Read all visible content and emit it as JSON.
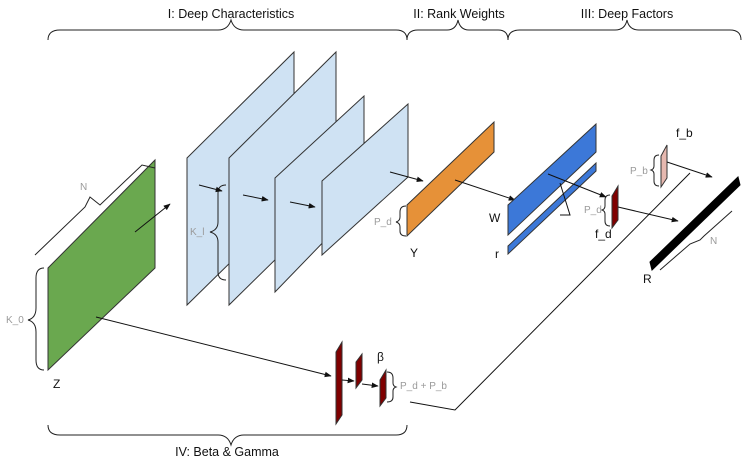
{
  "sections": {
    "deep_characteristics": "I: Deep Characteristics",
    "rank_weights": "II: Rank Weights",
    "deep_factors": "III: Deep Factors",
    "beta_gamma": "IV: Beta & Gamma"
  },
  "labels": {
    "z": "Z",
    "y": "Y",
    "w": "W",
    "r": "r",
    "r_out": "R",
    "f_d": "f_d",
    "f_b": "f_b",
    "beta": "β"
  },
  "dims": {
    "n_input": "N",
    "k0": "K_0",
    "kl": "K_l",
    "pd_y": "P_d",
    "pd_f": "P_d",
    "pb": "P_b",
    "n_output": "N",
    "pd_pb": "P_d + P_b"
  },
  "colors": {
    "green": "#6aa84f",
    "light_blue": "#cfe2f3",
    "orange": "#e69138",
    "blue": "#3c78d8",
    "dark_red": "#7f0000",
    "pink": "#e6b8af",
    "black": "#000000"
  }
}
